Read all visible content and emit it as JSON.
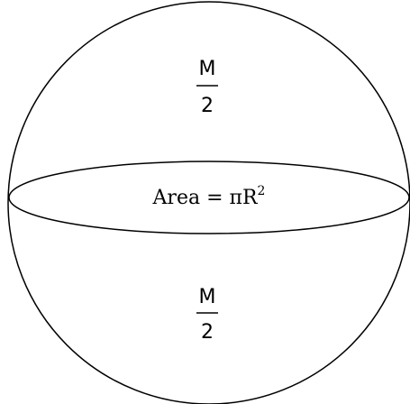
{
  "diagram": {
    "top_fraction": {
      "numerator": "M",
      "denominator": "2"
    },
    "bottom_fraction": {
      "numerator": "M",
      "denominator": "2"
    },
    "area_label": {
      "prefix": "Area = πR",
      "exponent": "2"
    }
  }
}
